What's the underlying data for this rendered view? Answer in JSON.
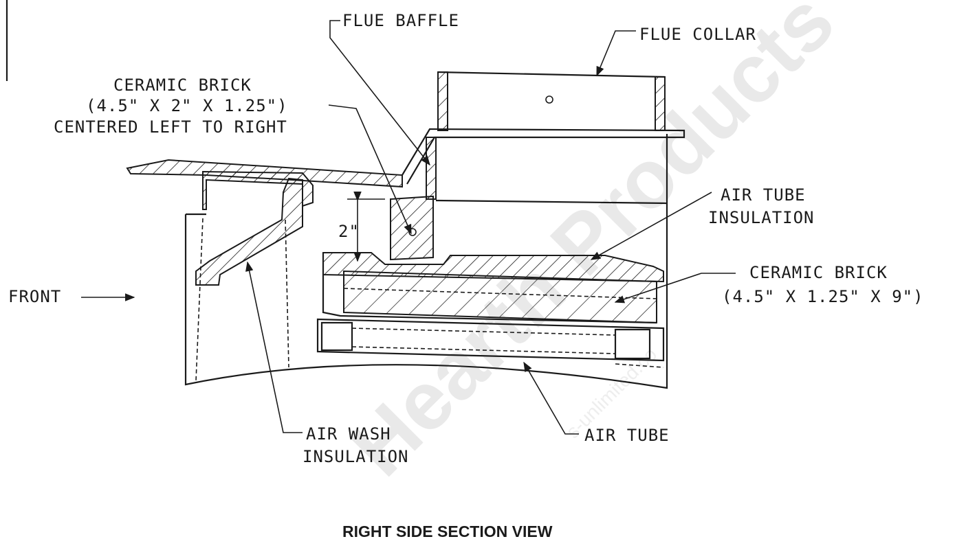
{
  "labels": {
    "flue_baffle": "FLUE BAFFLE",
    "flue_collar": "FLUE COLLAR",
    "ceramic_brick_top_line1": "CERAMIC BRICK",
    "ceramic_brick_top_line2": "(4.5\" X 2\" X 1.25\")",
    "ceramic_brick_top_line3": "CENTERED LEFT TO RIGHT",
    "air_tube_insulation_line1": "AIR TUBE",
    "air_tube_insulation_line2": "INSULATION",
    "ceramic_brick_right_line1": "CERAMIC BRICK",
    "ceramic_brick_right_line2": "(4.5\" X 1.25\" X 9\")",
    "front": "FRONT",
    "dimension_2in": "2\"",
    "air_wash_insulation_line1": "AIR WASH",
    "air_wash_insulation_line2": "INSULATION",
    "air_tube": "AIR TUBE"
  },
  "caption": "RIGHT SIDE SECTION VIEW",
  "watermark": {
    "main": "Hearth Products",
    "sub": "s-unlimited.co"
  }
}
